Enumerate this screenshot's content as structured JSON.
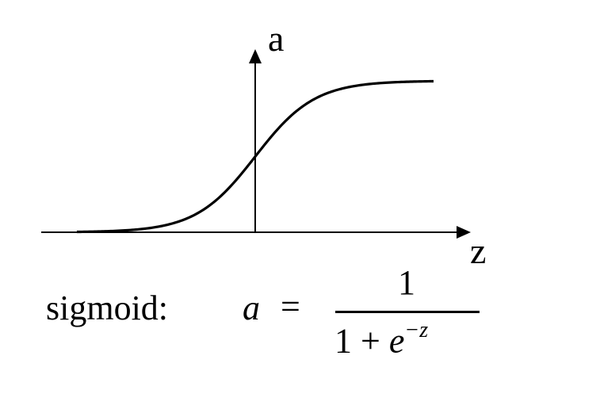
{
  "axes": {
    "y_label": "a",
    "x_label": "z"
  },
  "curve": {
    "function": "sigmoid",
    "z_range": [
      -6,
      6
    ],
    "a_range": [
      0,
      1
    ]
  },
  "formula": {
    "name": "sigmoid:",
    "lhs": "a",
    "equals": "=",
    "numerator": "1",
    "denominator_base": "1 + ",
    "denominator_e": "e",
    "exponent": "−z"
  }
}
